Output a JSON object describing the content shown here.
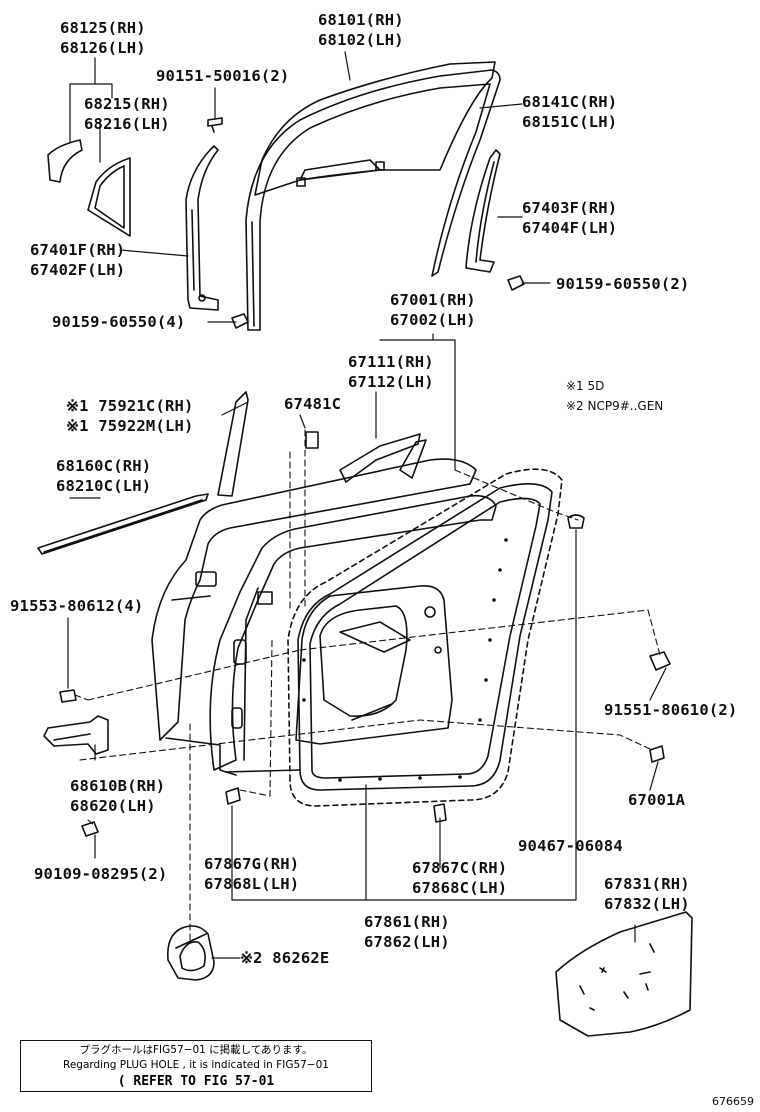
{
  "labels": {
    "p68125": [
      "68125(RH)",
      "68126(LH)"
    ],
    "p68101": [
      "68101(RH)",
      "68102(LH)"
    ],
    "p90151": [
      "90151-50016(2)"
    ],
    "p68215": [
      "68215(RH)",
      "68216(LH)"
    ],
    "p68141": [
      "68141C(RH)",
      "68151C(LH)"
    ],
    "p67403": [
      "67403F(RH)",
      "67404F(LH)"
    ],
    "p67401": [
      "67401F(RH)",
      "67402F(LH)"
    ],
    "p90159a": [
      "90159-60550(2)"
    ],
    "p90159b": [
      "90159-60550(4)"
    ],
    "p67001": [
      "67001(RH)",
      "67002(LH)"
    ],
    "p67111": [
      "67111(RH)",
      "67112(LH)"
    ],
    "p75921": [
      "※1 75921C(RH)",
      "※1 75922M(LH)"
    ],
    "p67481": [
      "67481C"
    ],
    "p68160": [
      "68160C(RH)",
      "68210C(LH)"
    ],
    "p91553": [
      "91553-80612(4)"
    ],
    "p91551": [
      "91551-80610(2)"
    ],
    "p68610": [
      "68610B(RH)",
      "68620(LH)"
    ],
    "p67001A": [
      "67001A"
    ],
    "p90109": [
      "90109-08295(2)"
    ],
    "p90467": [
      "90467-06084"
    ],
    "p67867G": [
      "67867G(RH)",
      "67868L(LH)"
    ],
    "p67867C": [
      "67867C(RH)",
      "67868C(LH)"
    ],
    "p67831": [
      "67831(RH)",
      "67832(LH)"
    ],
    "p67861": [
      "67861(RH)",
      "67862(LH)"
    ],
    "p86262": [
      "※2 86262E"
    ]
  },
  "notes": {
    "n1": "※1 5D",
    "n2": "※2 NCP9#..GEN"
  },
  "reference": {
    "line_jp": "プラグホールはFIG57−01 に掲載してあります。",
    "line_en": "Regarding PLUG HOLE , it is indicated in FIG57−01",
    "line_ref": "( REFER TO FIG 57-01"
  },
  "image_id": "676659"
}
